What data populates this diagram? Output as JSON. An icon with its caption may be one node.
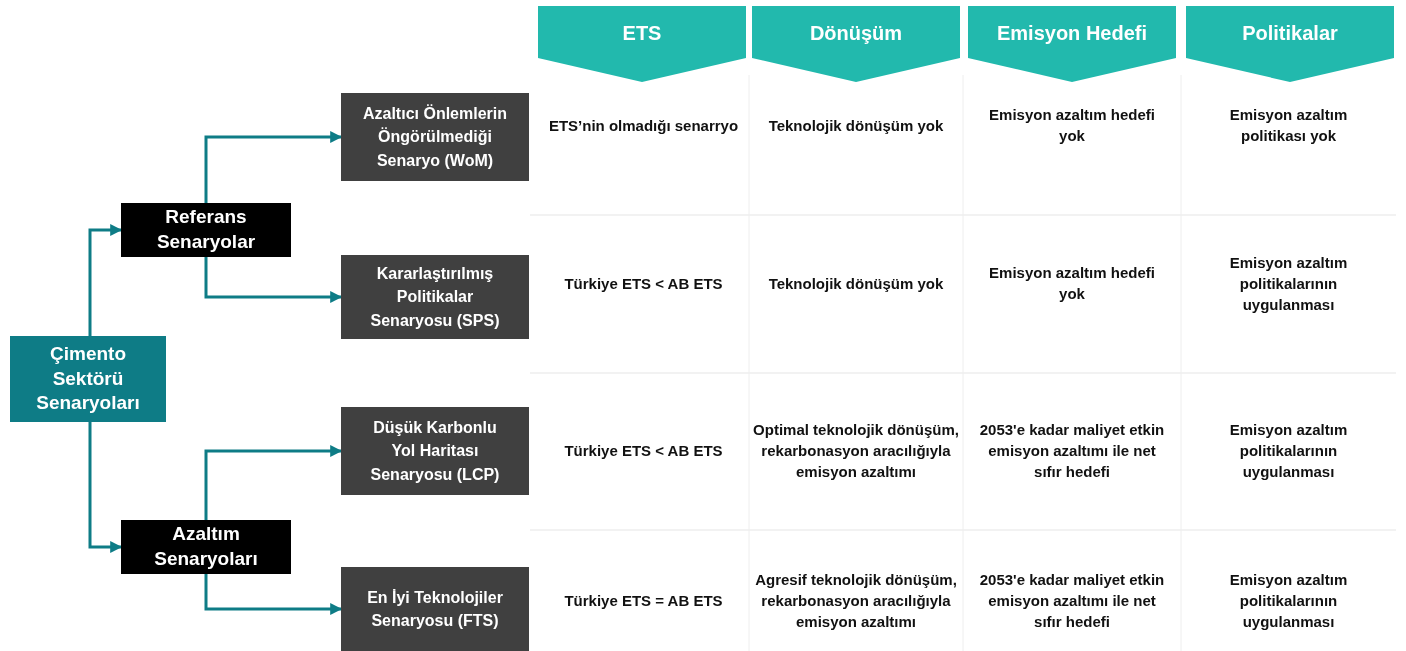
{
  "diagram": {
    "nodes": [
      {
        "text": [
          "Çimento Sektörü Senaryoları"
        ]
      },
      {
        "text": [
          "Referans Senaryolar"
        ]
      },
      {
        "text": [
          "Azaltım Senaryoları"
        ]
      },
      {
        "text": [
          "Azaltıcı Önlemlerin Öngörülmediği Senaryo (WoM)"
        ]
      },
      {
        "text": [
          "Kararlaştırılmış Politikalar Senaryosu (SPS)"
        ]
      },
      {
        "text": [
          "Düşük Karbonlu Yol Haritası Senaryosu (LCP)"
        ]
      },
      {
        "text": [
          "En İyi Teknolojiler Senaryosu (FTS)"
        ]
      },
      {
        "text": [
          "ETS"
        ]
      },
      {
        "text": [
          "Dönüşüm"
        ]
      },
      {
        "text": [
          "Emisyon Hedefi"
        ]
      },
      {
        "text": [
          "Politikalar"
        ]
      }
    ],
    "edges": [
      {
        "from": 0,
        "to": 1,
        "arrow": "to"
      },
      {
        "from": 0,
        "to": 2,
        "arrow": "to"
      },
      {
        "from": 1,
        "to": 3,
        "arrow": "to"
      },
      {
        "from": 1,
        "to": 4,
        "arrow": "to"
      },
      {
        "from": 2,
        "to": 5,
        "arrow": "to"
      },
      {
        "from": 2,
        "to": 6,
        "arrow": "to"
      }
    ],
    "labels": [
      "ETS’nin olmadığı senarryo",
      "Teknolojik dönüşüm yok",
      "Emisyon azaltım hedefi yok",
      "Emisyon azaltım politikası yok",
      "Türkiye ETS < AB ETS",
      "Teknolojik dönüşüm yok",
      "Emisyon azaltım hedefi yok",
      "Emisyon azaltım politikalarının uygulanması",
      "Türkiye ETS < AB ETS",
      "Optimal teknolojik dönüşüm, rekarbonasyon aracılığıyla emisyon azaltımı",
      "2053'e kadar maliyet etkin emisyon azaltımı ile net sıfır hedefi",
      "Emisyon azaltım politikalarının uygulanması",
      "Türkiye ETS = AB ETS",
      "Agresif teknolojik dönüşüm, rekarbonasyon aracılığıyla emisyon azaltımı",
      "2053'e kadar maliyet etkin emisyon azaltımı ile net sıfır hedefi",
      "Emisyon azaltım politikalarının uygulanması"
    ]
  }
}
